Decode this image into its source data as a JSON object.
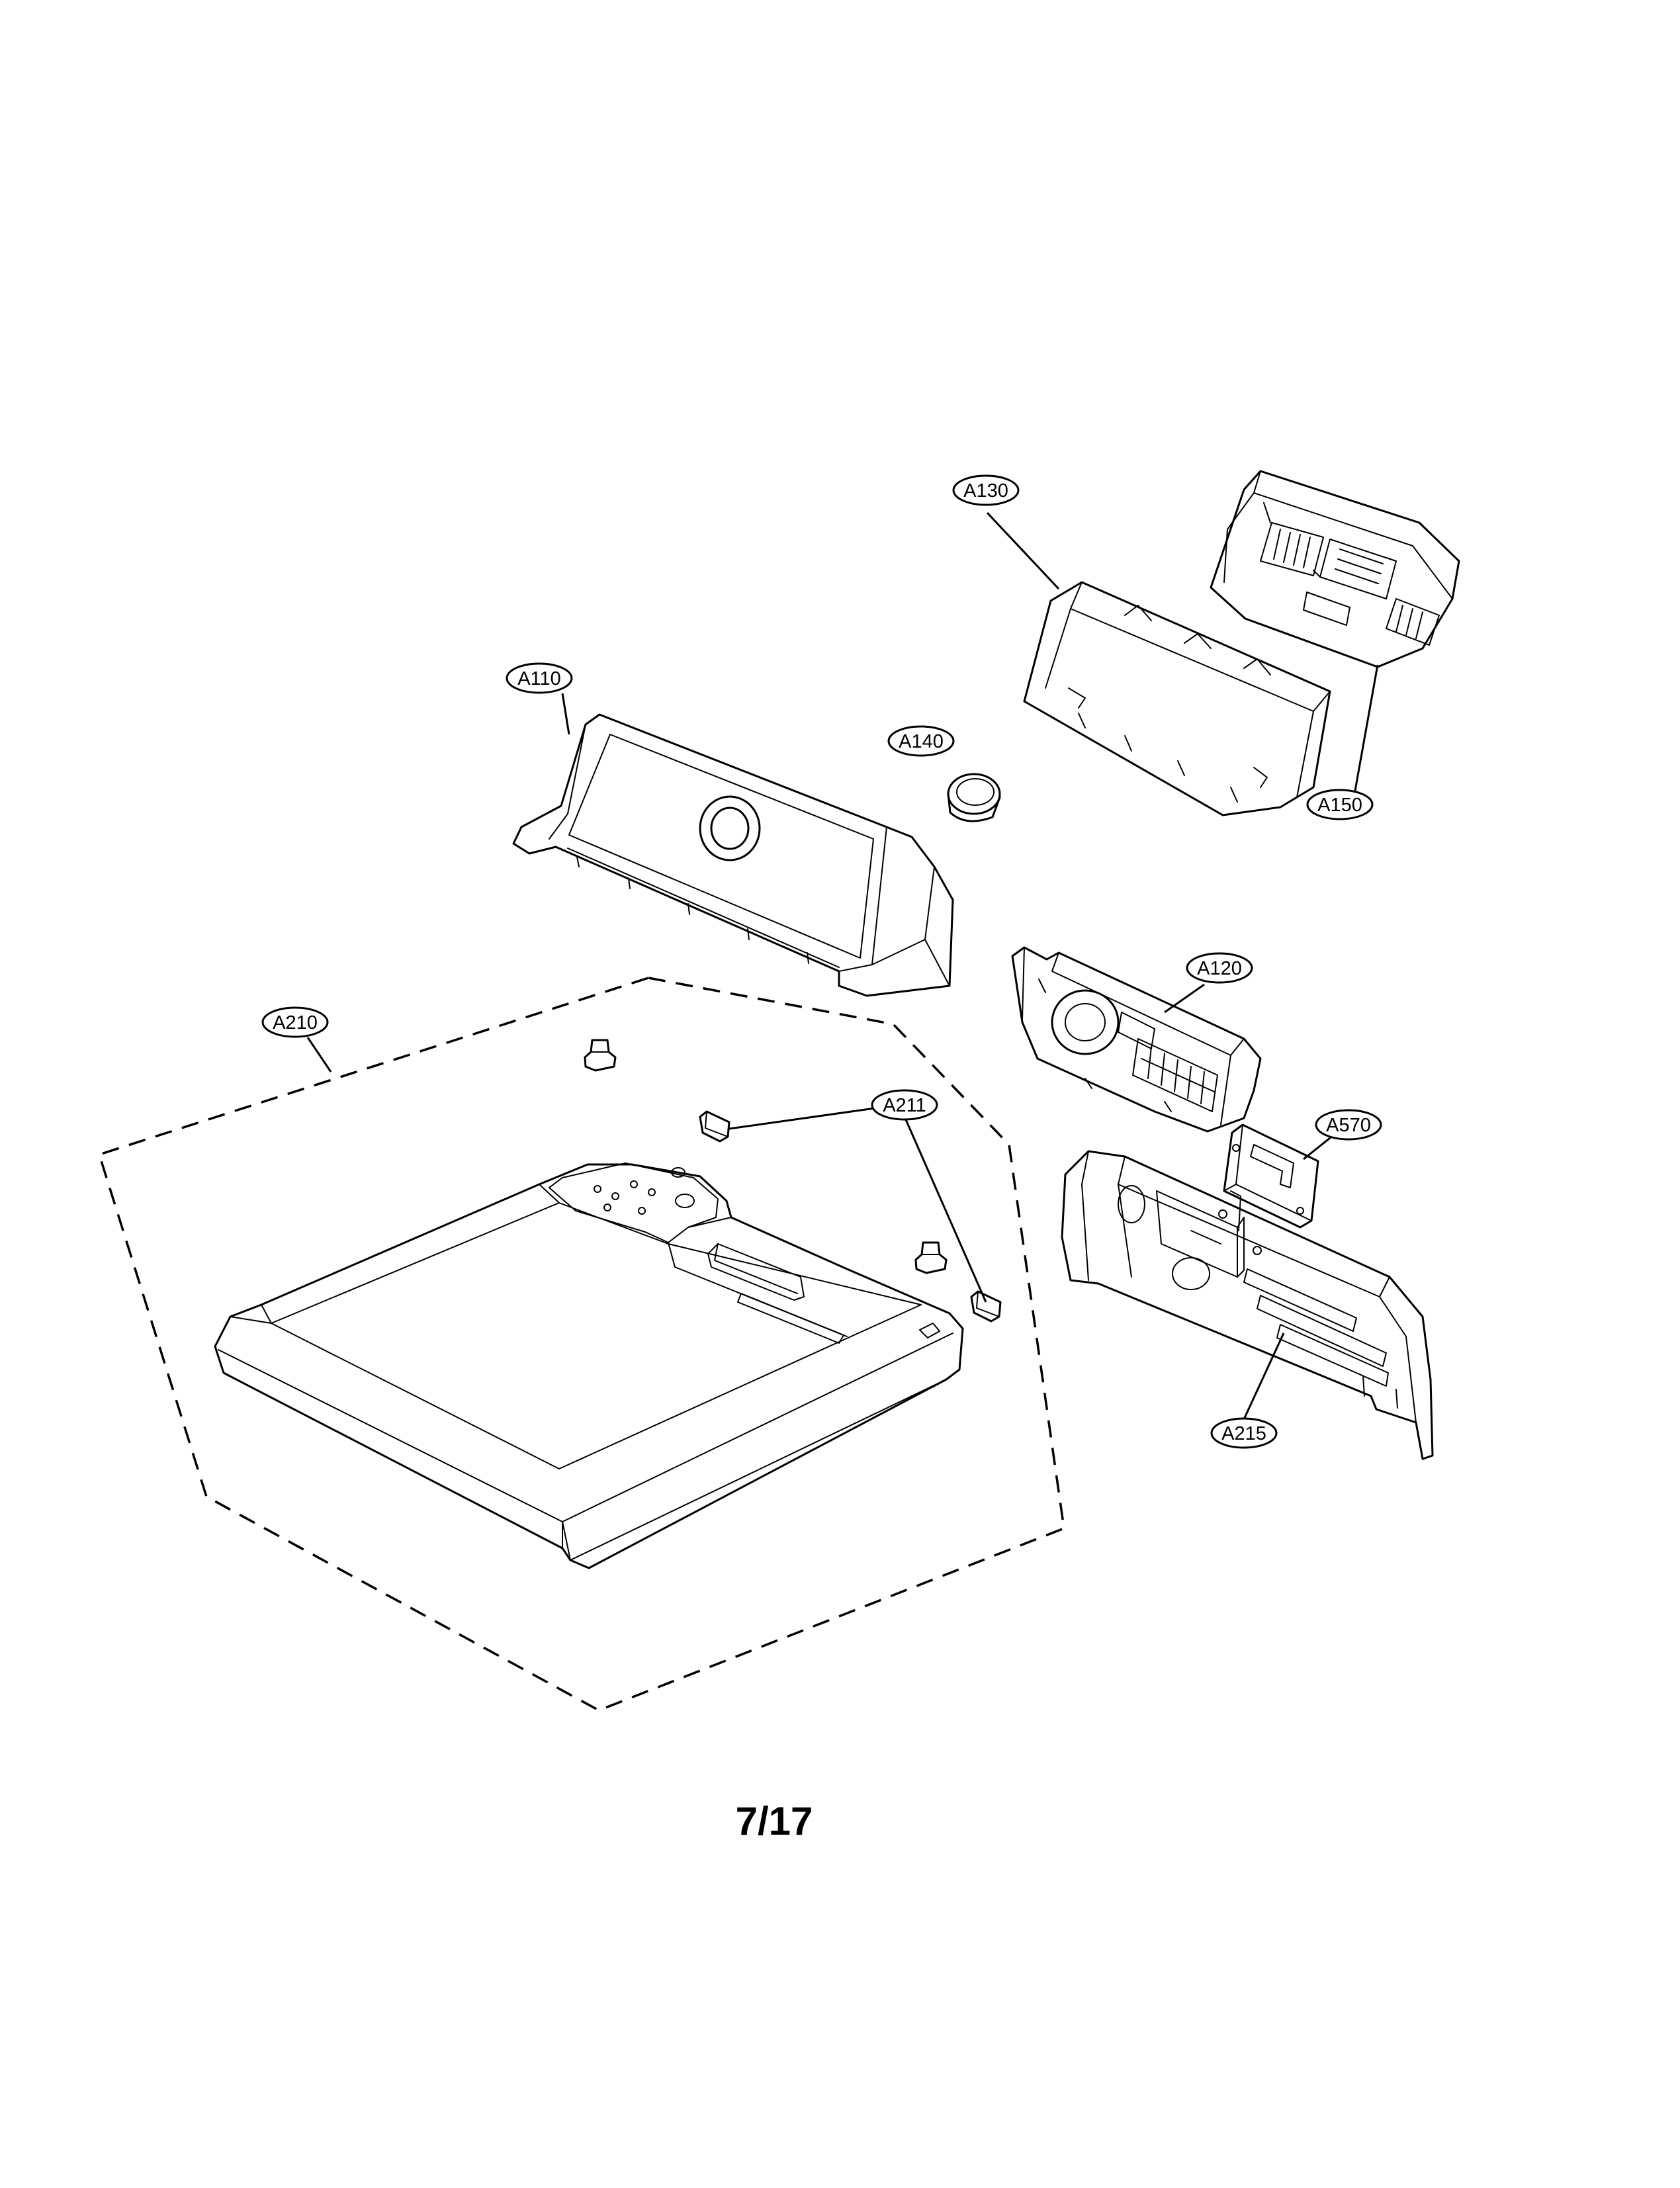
{
  "callouts": {
    "a130": "A130",
    "a150": "A150",
    "a110": "A110",
    "a140": "A140",
    "a120": "A120",
    "a210": "A210",
    "a211": "A211",
    "a570": "A570",
    "a215": "A215"
  },
  "page_number": "7/17"
}
